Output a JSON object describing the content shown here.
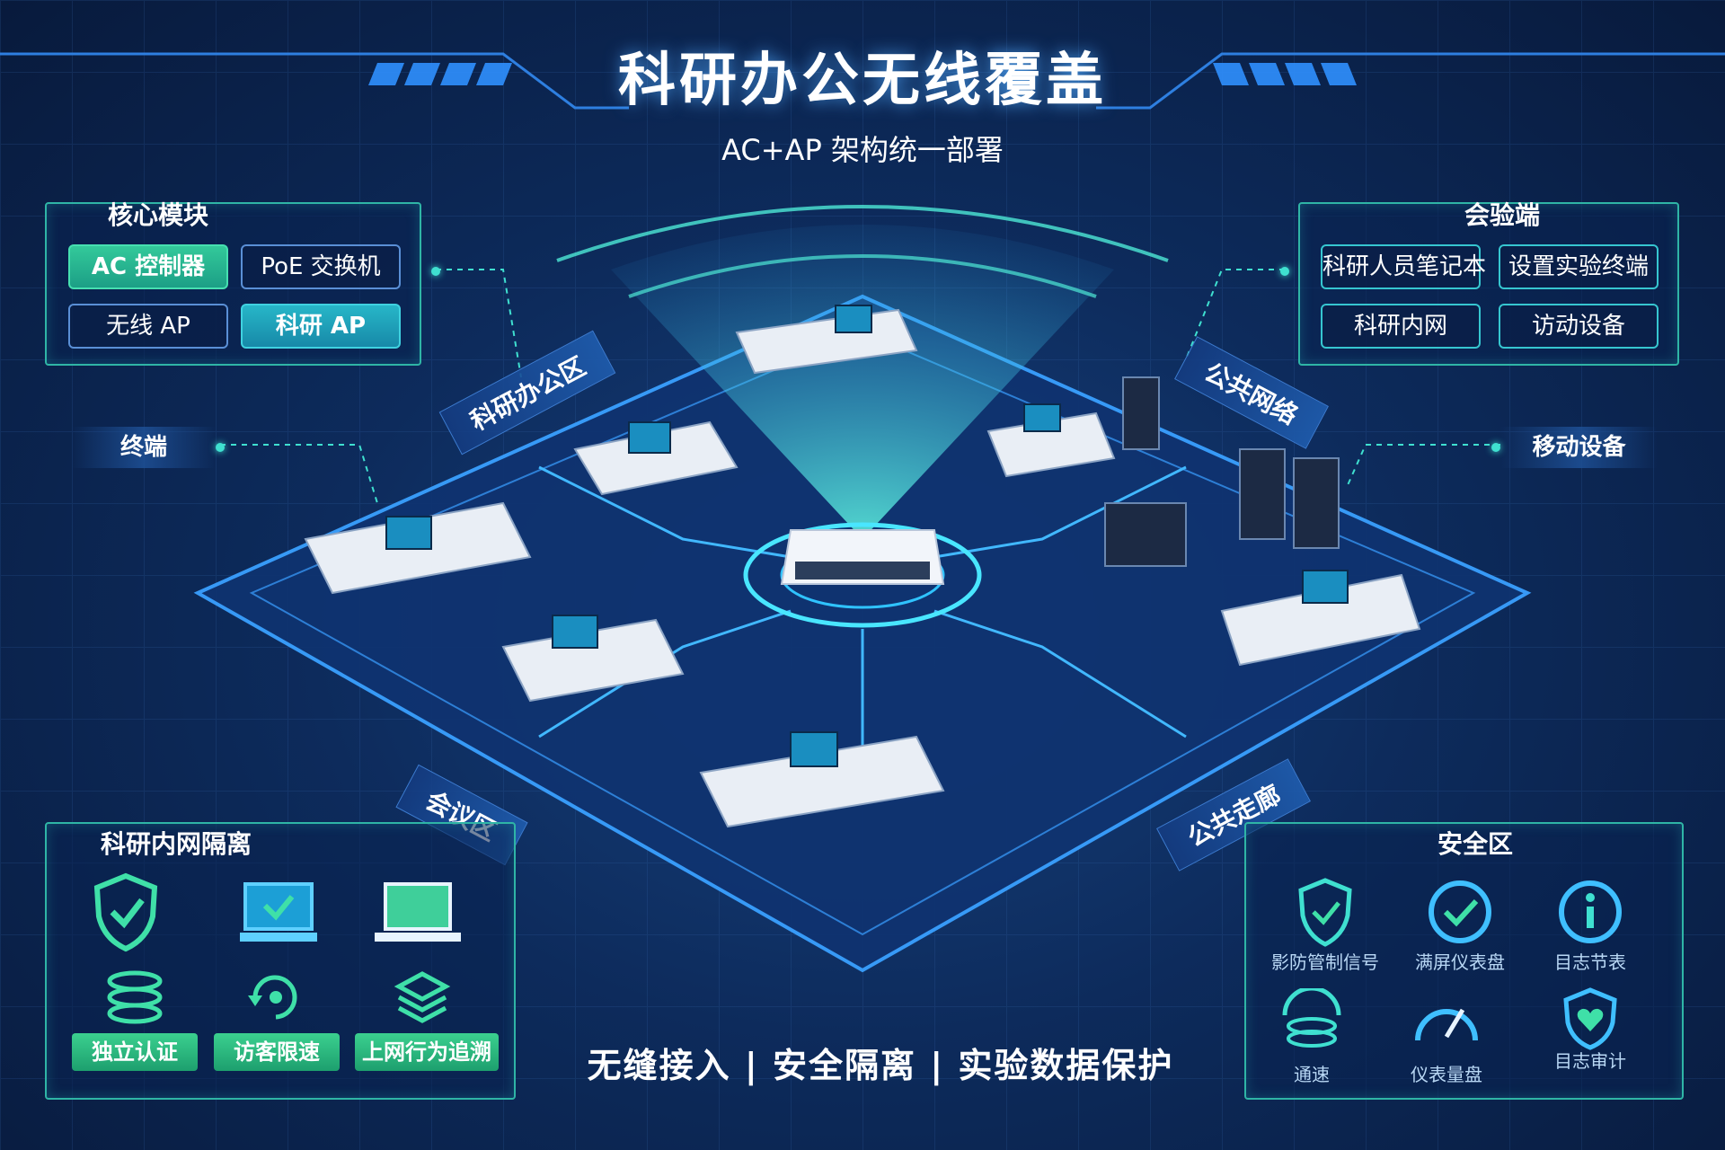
{
  "header": {
    "title": "科研办公无线覆盖",
    "subtitle": "AC+AP 架构统一部署"
  },
  "core_module": {
    "title": "核心模块",
    "items": [
      "AC 控制器",
      "PoE 交换机",
      "无线 AP",
      "科研 AP"
    ]
  },
  "terminal_panel": {
    "title": "会验端",
    "items": [
      "科研人员笔记本",
      "设置实验终端",
      "科研内网",
      "访动设备"
    ]
  },
  "side_labels": {
    "left": "终端",
    "right": "移动设备"
  },
  "zones": {
    "office": "科研办公区",
    "public_network": "公共网络",
    "meeting": "会议区",
    "public_corridor": "公共走廊"
  },
  "isolation_panel": {
    "title": "科研内网隔离",
    "features": [
      "独立认证",
      "访客限速",
      "上网行为追溯"
    ]
  },
  "security_panel": {
    "title": "安全区",
    "items": [
      "影防管制信号",
      "满屏仪表盘",
      "目志节表",
      "通速",
      "仪表量盘",
      "目志审计"
    ]
  },
  "slogan": "无缝接入 | 安全隔离 | 实验数据保护",
  "icons": {
    "isolation": [
      "shield-check-icon",
      "monitor-check-icon",
      "laptop-icon",
      "database-icon",
      "refresh-icon",
      "layers-icon"
    ],
    "security": [
      "shield-icon",
      "check-circle-icon",
      "info-circle-icon",
      "speed-icon",
      "gauge-icon",
      "shield-heart-icon"
    ]
  },
  "colors": {
    "background": "#0a1f44",
    "accent_green": "#33c99a",
    "accent_cyan": "#3fe0d0",
    "panel_border": "#2fb5a6",
    "platform": "#123a76"
  }
}
